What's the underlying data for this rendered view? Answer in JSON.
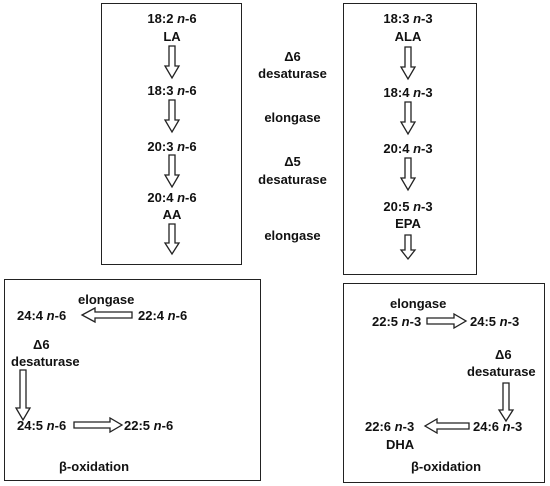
{
  "left_chain": {
    "la_formula": "18:2",
    "la_series": "n",
    "la_suffix": "-6",
    "la_name": "LA",
    "c18_3_formula": "18:3",
    "c18_3_series": "n",
    "c18_3_suffix": "-6",
    "c20_3_formula": "20:3",
    "c20_3_series": "n",
    "c20_3_suffix": "-6",
    "aa_formula": "20:4",
    "aa_series": "n",
    "aa_suffix": "-6",
    "aa_name": "AA"
  },
  "right_chain": {
    "ala_formula": "18:3",
    "ala_series": "n",
    "ala_suffix": "-3",
    "ala_name": "ALA",
    "c18_4_formula": "18:4",
    "c18_4_series": "n",
    "c18_4_suffix": "-3",
    "c20_4_formula": "20:4",
    "c20_4_series": "n",
    "c20_4_suffix": "-3",
    "epa_formula": "20:5",
    "epa_series": "n",
    "epa_suffix": "-3",
    "epa_name": "EPA"
  },
  "enzymes_center": {
    "d6_symbol": "Δ6",
    "d6_name": "desaturase",
    "elongase_1": "elongase",
    "d5_symbol": "Δ5",
    "d5_name": "desaturase",
    "elongase_2": "elongase"
  },
  "bottom_left": {
    "elongase": "elongase",
    "c24_4_formula": "24:4",
    "c24_4_series": "n",
    "c24_4_suffix": "-6",
    "c22_4_formula": "22:4",
    "c22_4_series": "n",
    "c22_4_suffix": "-6",
    "d6_symbol": "Δ6",
    "d6_name": "desaturase",
    "c24_5_formula": "24:5",
    "c24_5_series": "n",
    "c24_5_suffix": "-6",
    "c22_5_formula": "22:5",
    "c22_5_series": "n",
    "c22_5_suffix": "-6",
    "beta_oxidation": "β-oxidation"
  },
  "bottom_right": {
    "elongase": "elongase",
    "c22_5_formula": "22:5",
    "c22_5_series": "n",
    "c22_5_suffix": "-3",
    "c24_5_formula": "24:5",
    "c24_5_series": "n",
    "c24_5_suffix": "-3",
    "d6_symbol": "Δ6",
    "d6_name": "desaturase",
    "dha_formula": "22:6",
    "dha_series": "n",
    "dha_suffix": "-3",
    "dha_name": "DHA",
    "c24_6_formula": "24:6",
    "c24_6_series": "n",
    "c24_6_suffix": "-3",
    "beta_oxidation": "β-oxidation"
  }
}
